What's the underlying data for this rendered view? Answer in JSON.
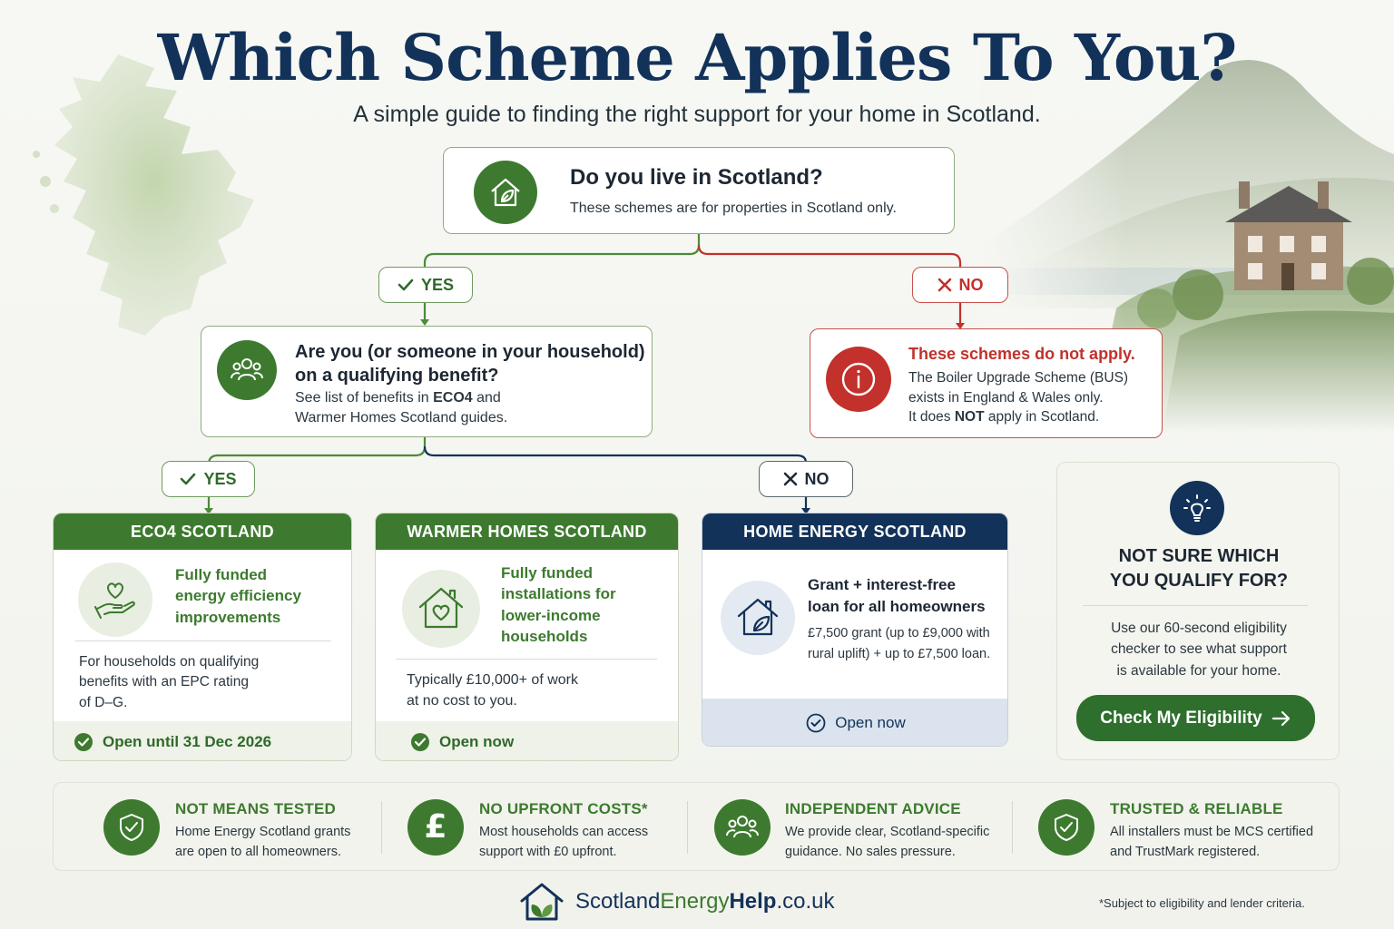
{
  "header": {
    "title": "Which Scheme Applies To You?",
    "subtitle": "A simple guide to finding the right support for your home in Scotland."
  },
  "colors": {
    "navy": "#13325a",
    "green": "#3d7a2f",
    "dark_green": "#2f6f2e",
    "red": "#c2312b",
    "home_energy_navy": "#13325a"
  },
  "question_scotland": {
    "icon": "house-leaf-icon",
    "title": "Do you live in Scotland?",
    "text": "These schemes are for properties in Scotland only."
  },
  "pill_yes_1": {
    "label": "YES",
    "icon": "check-icon"
  },
  "pill_no_1": {
    "label": "NO",
    "icon": "cross-icon"
  },
  "question_benefit": {
    "icon": "people-icon",
    "title_line1": "Are you (or someone in your household)",
    "title_line2": "on a qualifying benefit?",
    "text_line1_pre": "See list of benefits in ",
    "text_line1_bold": "ECO4",
    "text_line1_post": " and",
    "text_line2": "Warmer Homes Scotland guides."
  },
  "not_apply": {
    "icon": "info-icon",
    "title": "These schemes do not apply.",
    "line1": "The Boiler Upgrade Scheme (BUS)",
    "line2": "exists in England & Wales only.",
    "line3_pre": "It does ",
    "line3_bold": "NOT",
    "line3_post": " apply in Scotland."
  },
  "pill_yes_2": {
    "label": "YES",
    "icon": "check-icon"
  },
  "pill_no_2": {
    "label": "NO",
    "icon": "cross-icon"
  },
  "cards": {
    "eco4": {
      "header": "ECO4 SCOTLAND",
      "icon": "heart-hand-icon",
      "feature_line1": "Fully funded",
      "feature_line2": "energy efficiency",
      "feature_line3": "improvements",
      "desc_line1": "For households on qualifying",
      "desc_line2": "benefits with an EPC rating",
      "desc_line3": "of D–G.",
      "status": "Open until 31 Dec 2026"
    },
    "warmer": {
      "header": "WARMER HOMES SCOTLAND",
      "icon": "house-heart-icon",
      "feature_line1": "Fully funded",
      "feature_line2": "installations for",
      "feature_line3": "lower-income",
      "feature_line4": "households",
      "desc_line1": "Typically £10,000+ of work",
      "desc_line2": "at no cost to you.",
      "status": "Open now"
    },
    "home_energy": {
      "header": "HOME ENERGY SCOTLAND",
      "icon": "house-leaf-icon",
      "feature_line1": "Grant + interest-free",
      "feature_line2": "loan for all homeowners",
      "desc_line1": "£7,500 grant (up to £9,000 with",
      "desc_line2": "rural uplift) + up to £7,500 loan.",
      "status": "Open now"
    }
  },
  "not_sure": {
    "icon": "lightbulb-icon",
    "title_line1": "NOT SURE WHICH",
    "title_line2": "YOU QUALIFY FOR?",
    "text_line1": "Use our 60-second eligibility",
    "text_line2": "checker to see what support",
    "text_line3": "is available for your home.",
    "button": "Check My Eligibility"
  },
  "benefits": [
    {
      "icon": "shield-check-icon",
      "title": "NOT MEANS TESTED",
      "line1": "Home Energy Scotland grants",
      "line2": "are open to all homeowners."
    },
    {
      "icon": "pound-icon",
      "title": "NO UPFRONT COSTS*",
      "line1": "Most households can access",
      "line2": "support with £0 upfront."
    },
    {
      "icon": "people-icon",
      "title": "INDEPENDENT ADVICE",
      "line1": "We provide clear, Scotland-specific",
      "line2": "guidance. No sales pressure."
    },
    {
      "icon": "shield-check-icon",
      "title": "TRUSTED & RELIABLE",
      "line1": "All installers must be MCS certified",
      "line2": "and TrustMark registered."
    }
  ],
  "footer": {
    "logo_part1": "Scotland",
    "logo_part2": "Energy",
    "logo_part3": "Help",
    "logo_part4": ".co.uk",
    "note": "*Subject to eligibility and lender criteria."
  }
}
